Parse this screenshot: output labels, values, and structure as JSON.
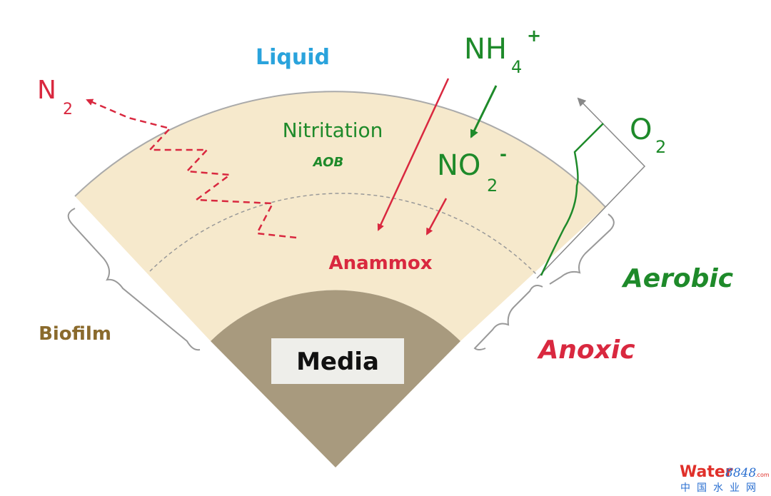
{
  "labels": {
    "liquid": "Liquid",
    "nitritation": "Nitritation",
    "aob": "AOB",
    "anammox": "Anammox",
    "biofilm": "Biofilm",
    "media": "Media",
    "aerobic": "Aerobic",
    "anoxic": "Anoxic"
  },
  "species": {
    "n2": {
      "base": "N",
      "sub": "2"
    },
    "nh4": {
      "base": "NH",
      "sub": "4",
      "sup": "+"
    },
    "no2": {
      "base": "NO",
      "sub": "2",
      "sup": "-"
    },
    "o2": {
      "base": "O",
      "sub": "2"
    }
  },
  "watermark": {
    "brand": "Water",
    "num": "8848",
    "tld": ".com",
    "cn": "中国水业网"
  },
  "colors": {
    "green": "#1e8a2a",
    "red": "#d9283f",
    "blue": "#2aa3dc",
    "brown": "#8a6a2c",
    "biofilm": "#f6e9cc",
    "media": "#a89a7e"
  }
}
